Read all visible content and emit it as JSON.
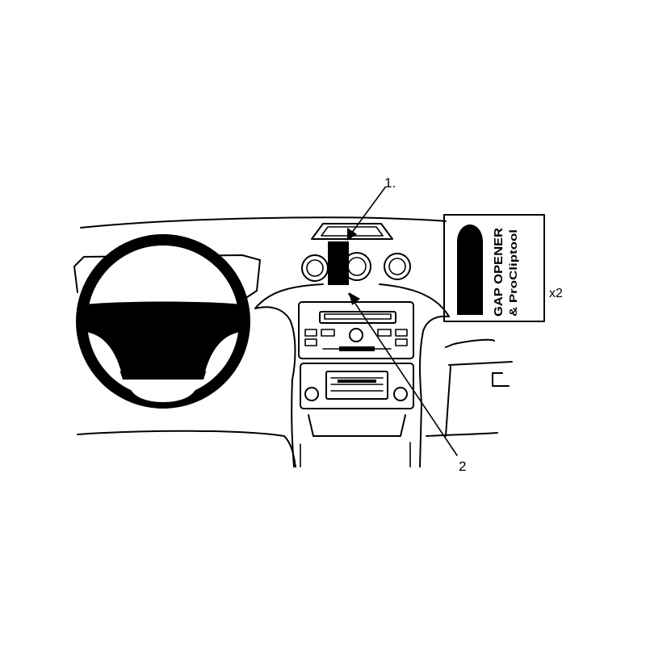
{
  "callouts": {
    "one": "1.",
    "two": "2"
  },
  "inset": {
    "line1": "GAP OPENER",
    "line2": "& ProCliptool",
    "quantity": "x2"
  }
}
